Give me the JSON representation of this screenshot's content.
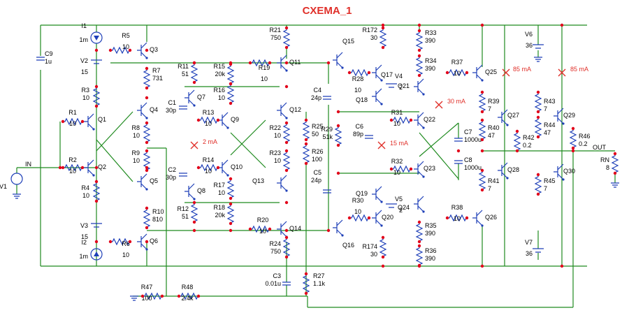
{
  "title": "CXEMA_1",
  "resistors": [
    {
      "ref": "R5",
      "val": "10"
    },
    {
      "ref": "R7",
      "val": "731"
    },
    {
      "ref": "R3",
      "val": "10"
    },
    {
      "ref": "R1",
      "val": "10"
    },
    {
      "ref": "R2",
      "val": "10"
    },
    {
      "ref": "R4",
      "val": "10"
    },
    {
      "ref": "R6",
      "val": "10"
    },
    {
      "ref": "R8",
      "val": "10"
    },
    {
      "ref": "R9",
      "val": "10"
    },
    {
      "ref": "R10",
      "val": "810"
    },
    {
      "ref": "R11",
      "val": "51"
    },
    {
      "ref": "R12",
      "val": "51"
    },
    {
      "ref": "R13",
      "val": "10"
    },
    {
      "ref": "R14",
      "val": "10"
    },
    {
      "ref": "R15",
      "val": "20k"
    },
    {
      "ref": "R16",
      "val": "10"
    },
    {
      "ref": "R17",
      "val": "10"
    },
    {
      "ref": "R18",
      "val": "20k"
    },
    {
      "ref": "R19",
      "val": "10"
    },
    {
      "ref": "R20",
      "val": "10"
    },
    {
      "ref": "R21",
      "val": "750"
    },
    {
      "ref": "R22",
      "val": "10"
    },
    {
      "ref": "R23",
      "val": "10"
    },
    {
      "ref": "R24",
      "val": "750"
    },
    {
      "ref": "R25",
      "val": "50"
    },
    {
      "ref": "R26",
      "val": "100"
    },
    {
      "ref": "R27",
      "val": "1.1k"
    },
    {
      "ref": "R28",
      "val": "10"
    },
    {
      "ref": "R29",
      "val": "51k"
    },
    {
      "ref": "R30",
      "val": "10"
    },
    {
      "ref": "R31",
      "val": "10"
    },
    {
      "ref": "R32",
      "val": "10"
    },
    {
      "ref": "R33",
      "val": "390"
    },
    {
      "ref": "R34",
      "val": "390"
    },
    {
      "ref": "R35",
      "val": "390"
    },
    {
      "ref": "R36",
      "val": "390"
    },
    {
      "ref": "R37",
      "val": "10"
    },
    {
      "ref": "R38",
      "val": "10"
    },
    {
      "ref": "R39",
      "val": "7"
    },
    {
      "ref": "R40",
      "val": "47"
    },
    {
      "ref": "R41",
      "val": "7"
    },
    {
      "ref": "R42",
      "val": "0.2"
    },
    {
      "ref": "R43",
      "val": "7"
    },
    {
      "ref": "R44",
      "val": "47"
    },
    {
      "ref": "R45",
      "val": "7"
    },
    {
      "ref": "R46",
      "val": "0.2"
    },
    {
      "ref": "R47",
      "val": "100"
    },
    {
      "ref": "R48",
      "val": "2.4k"
    },
    {
      "ref": "R172",
      "val": "30"
    },
    {
      "ref": "R174",
      "val": "30"
    },
    {
      "ref": "RN",
      "val": "8"
    }
  ],
  "capacitors": [
    {
      "ref": "C9",
      "val": "1u"
    },
    {
      "ref": "C1",
      "val": "30p"
    },
    {
      "ref": "C2",
      "val": "30p"
    },
    {
      "ref": "C3",
      "val": "0.01u"
    },
    {
      "ref": "C4",
      "val": "24p"
    },
    {
      "ref": "C5",
      "val": "24p"
    },
    {
      "ref": "C6",
      "val": "89p"
    },
    {
      "ref": "C7",
      "val": "1000u"
    },
    {
      "ref": "C8",
      "val": "1000u"
    }
  ],
  "sources": [
    {
      "ref": "I1",
      "val": "1m"
    },
    {
      "ref": "I2",
      "val": "1m"
    },
    {
      "ref": "V2",
      "val": "15"
    },
    {
      "ref": "V3",
      "val": "15"
    },
    {
      "ref": "V4",
      "val": "2"
    },
    {
      "ref": "V5",
      "val": "2"
    },
    {
      "ref": "V6",
      "val": "36"
    },
    {
      "ref": "V7",
      "val": "36"
    },
    {
      "ref": "V1",
      "val": ""
    }
  ],
  "transistors": [
    "Q1",
    "Q2",
    "Q3",
    "Q4",
    "Q5",
    "Q6",
    "Q7",
    "Q8",
    "Q9",
    "Q10",
    "Q11",
    "Q12",
    "Q13",
    "Q14",
    "Q15",
    "Q16",
    "Q17",
    "Q18",
    "Q19",
    "Q20",
    "Q21",
    "Q22",
    "Q23",
    "Q24",
    "Q25",
    "Q26",
    "Q27",
    "Q28",
    "Q29",
    "Q30"
  ],
  "currents": [
    "2 mA",
    "15 mA",
    "30 mA",
    "85 mA",
    "85 mA"
  ],
  "nets": {
    "in": "IN",
    "out": "OUT"
  }
}
